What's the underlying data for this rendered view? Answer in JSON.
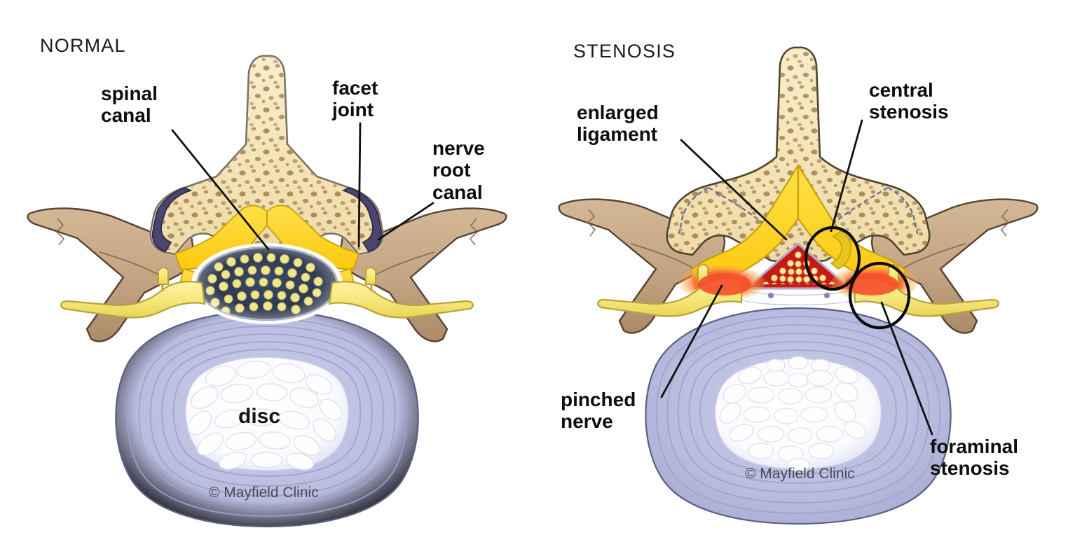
{
  "figure": {
    "subject": "lumbar vertebra axial cross-section comparison",
    "background_color": "#ffffff"
  },
  "panels": [
    {
      "id": "normal",
      "title": "NORMAL",
      "credit": "© Mayfield Clinic",
      "inner_label": "disc",
      "annotations": [
        {
          "id": "spinal-canal",
          "line1": "spinal",
          "line2": "canal"
        },
        {
          "id": "facet-joint",
          "line1": "facet",
          "line2": "joint"
        },
        {
          "id": "nerve-root-canal",
          "line1": "nerve",
          "line2": "root",
          "line3": "canal"
        }
      ]
    },
    {
      "id": "stenosis",
      "title": "STENOSIS",
      "credit": "© Mayfield Clinic",
      "annotations": [
        {
          "id": "enlarged-ligament",
          "line1": "enlarged",
          "line2": "ligament"
        },
        {
          "id": "central-stenosis",
          "line1": "central",
          "line2": "stenosis"
        },
        {
          "id": "pinched-nerve",
          "line1": "pinched",
          "line2": "nerve"
        },
        {
          "id": "foraminal-stenosis",
          "line1": "foraminal",
          "line2": "stenosis"
        }
      ]
    }
  ],
  "labels": {
    "title_normal": "NORMAL",
    "title_stenosis": "STENOSIS",
    "spinal_canal": "spinal\ncanal",
    "facet_joint": "facet\njoint",
    "nerve_root_canal": "nerve\nroot\ncanal",
    "enlarged_ligament": "enlarged\nligament",
    "central_stenosis": "central\nstenosis",
    "pinched_nerve": "pinched\nnerve",
    "foraminal_stenosis": "foraminal\nstenosis",
    "disc": "disc",
    "credit_left": "© Mayfield Clinic",
    "credit_right": "© Mayfield Clinic"
  },
  "colors": {
    "bone_cortical": "#f6e7bd",
    "bone_trabecular_speck": "#8a6034",
    "bone_outline": "#4d4332",
    "transverse_process": "#c7a887",
    "transverse_process_dark": "#a98a68",
    "facet_cartilage": "#4c4570",
    "ligament_yellow": "#ffd21e",
    "nerve_yellow": "#f6e46a",
    "dural_sac": "#2e3a55",
    "nerve_dot": "#efe58f",
    "disc_annulus": "#b9bcdf",
    "disc_nucleus": "#ffffff",
    "inflamed_red": "#f04a2a",
    "stenosis_canal_red": "#c41a18",
    "leader_line": "#101010",
    "text": "#0d0d0d",
    "credit_text": "#4a4a55"
  }
}
